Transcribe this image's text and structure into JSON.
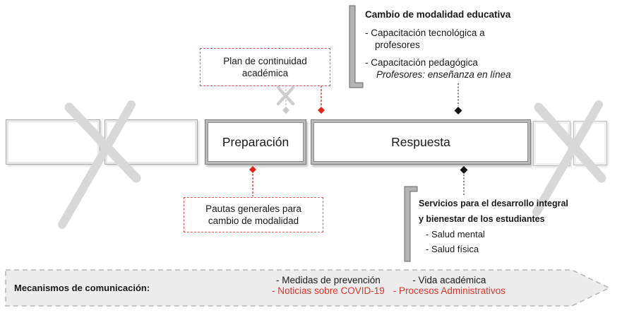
{
  "diagram": {
    "phases": {
      "past_1": {
        "label": ""
      },
      "past_2": {
        "label": ""
      },
      "preparation": {
        "label": "Preparación"
      },
      "response": {
        "label": "Respuesta"
      },
      "future_1": {
        "label": ""
      },
      "future_2": {
        "label": ""
      }
    },
    "callouts": {
      "plan": {
        "line1": "Plan de continuidad",
        "line2": "académica"
      },
      "pautas": {
        "line1": "Pautas generales para",
        "line2": "cambio de modalidad"
      }
    },
    "annotations": {
      "modalidad": {
        "title": "Cambio de modalidad educativa",
        "bullet1_line1": "- Capacitación tecnológica a",
        "bullet1_line2": "profesores",
        "bullet2": "- Capacitación pedagógica",
        "note": "Profesores: enseñanza en línea"
      },
      "servicios": {
        "title_line1": "Servicios para el desarrollo integral",
        "title_line2": "y bienestar de los estudiantes",
        "bullet1": "- Salud mental",
        "bullet2": "- Salud física"
      }
    },
    "banner": {
      "label": "Mecanismos de comunicación:",
      "row1_col1": "- Medidas de prevención",
      "row1_col2": "- Vida académica",
      "row2_col1": "- Noticias sobre COVID-19",
      "row2_col2": "- Procesos Administrativos"
    },
    "colors": {
      "accent_red": "#e0251b",
      "banner_red": "#df352b",
      "ghost_gray": "#d8d8d8",
      "bracket_gray": "#b3b3b3",
      "banner_bg": "#ececec"
    }
  }
}
